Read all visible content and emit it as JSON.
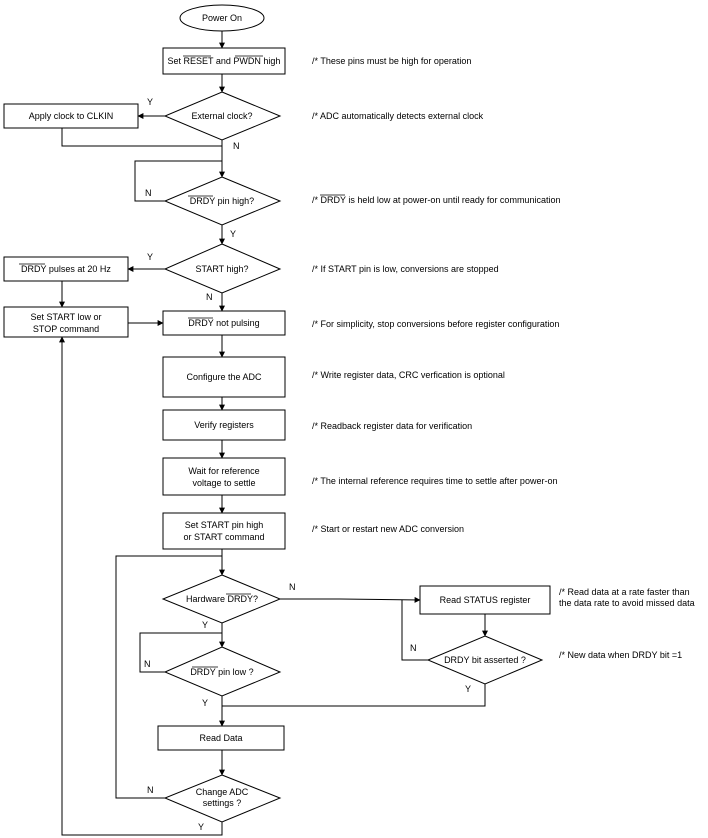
{
  "nodes": {
    "power_on": "Power On",
    "set_pins": {
      "pre": "Set ",
      "reset": "RESET",
      "mid": " and ",
      "pwdn": "PWDN",
      "post": " high"
    },
    "external_clock": "External clock?",
    "apply_clock": "Apply clock to CLKIN",
    "drdy_high": {
      "drdy": "DRDY",
      "post": " pin high?"
    },
    "start_high": "START high?",
    "drdy_pulses": {
      "drdy": "DRDY",
      "post": " pulses at 20 Hz"
    },
    "set_start_low": {
      "line1": "Set START low or",
      "line2": "STOP command"
    },
    "drdy_not_pulsing": {
      "drdy": "DRDY",
      "post": " not pulsing"
    },
    "configure_adc": "Configure the ADC",
    "verify_registers": "Verify registers",
    "wait_reference": {
      "line1": "Wait for reference",
      "line2": "voltage to settle"
    },
    "set_start_high": {
      "line1": "Set START pin high",
      "line2": "or START command"
    },
    "hardware_drdy": {
      "pre": "Hardware ",
      "drdy": "DRDY",
      "post": "?"
    },
    "read_status": "Read STATUS register",
    "drdy_bit": "DRDY bit asserted ?",
    "drdy_low": {
      "drdy": "DRDY",
      "post": " pin low ?"
    },
    "read_data": "Read Data",
    "change_settings": {
      "line1": "Change ADC",
      "line2": "settings ?"
    }
  },
  "labels": {
    "yes": "Y",
    "no": "N"
  },
  "comments": {
    "set_pins": "/* These pins must be high for operation",
    "external_clock": "/* ADC automatically detects external clock",
    "drdy_high": {
      "pre": "/* ",
      "drdy": "DRDY",
      "post": " is held low at power-on until ready for communication"
    },
    "start_high": "/* If START pin is low, conversions are stopped",
    "drdy_not_pulsing": "/* For simplicity, stop conversions before register configuration",
    "configure_adc": "/* Write register data, CRC verfication is optional",
    "verify_registers": "/* Readback register data for verification",
    "wait_reference": "/* The internal reference requires time to settle after power-on",
    "set_start_high": "/* Start or restart new ADC conversion",
    "read_status": {
      "line1": "/* Read data at a rate faster than",
      "line2": "the data rate to avoid missed data"
    },
    "drdy_bit": "/* New data when DRDY bit =1"
  }
}
